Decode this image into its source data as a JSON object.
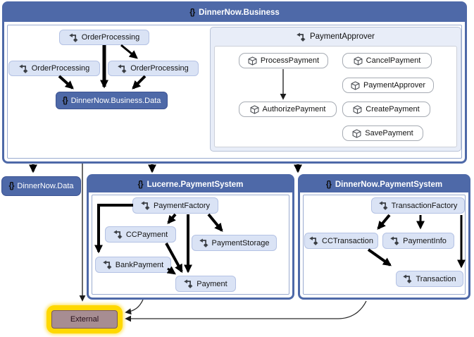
{
  "icons": {
    "brace": "{}"
  },
  "colors": {
    "container_blue": "#4e69a8",
    "node_light_fill": "#dae3f5",
    "group_fill": "#e8edf8",
    "selection_yellow": "#ffd800",
    "external_fill": "#a78d92",
    "edge_black": "#000000"
  },
  "business": {
    "title": "DinnerNow.Business",
    "order_processing_top": "OrderProcessing",
    "order_processing_left": "OrderProcessing",
    "order_processing_right": "OrderProcessing",
    "business_data": "DinnerNow.Business.Data",
    "payment_approver": {
      "title": "PaymentApprover",
      "process": "ProcessPayment",
      "cancel": "CancelPayment",
      "approver": "PaymentApprover",
      "authorize": "AuthorizePayment",
      "create": "CreatePayment",
      "save": "SavePayment"
    }
  },
  "dinnernow_data": {
    "title": "DinnerNow.Data"
  },
  "lucerne": {
    "title": "Lucerne.PaymentSystem",
    "payment_factory": "PaymentFactory",
    "cc_payment": "CCPayment",
    "payment_storage": "PaymentStorage",
    "bank_payment": "BankPayment",
    "payment": "Payment"
  },
  "dinnernow_payment": {
    "title": "DinnerNow.PaymentSystem",
    "transaction_factory": "TransactionFactory",
    "cc_transaction": "CCTransaction",
    "payment_info": "PaymentInfo",
    "transaction": "Transaction"
  },
  "external": {
    "label": "External"
  }
}
